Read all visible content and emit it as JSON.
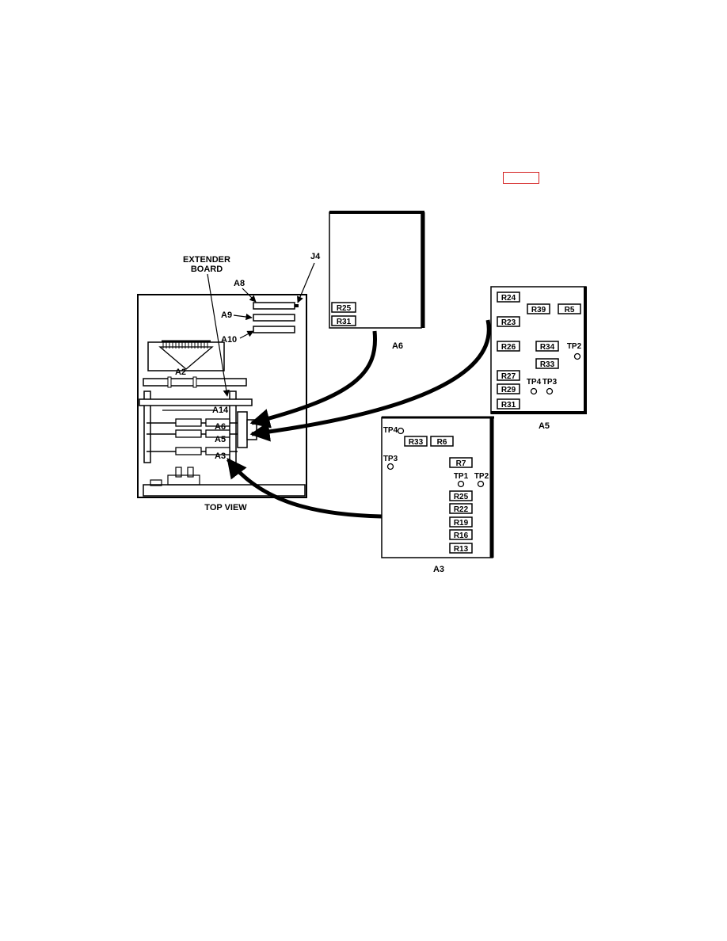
{
  "page": {
    "link_box_color": "#d42020"
  },
  "chassis": {
    "extender_board_line1": "EXTENDER",
    "extender_board_line2": "BOARD",
    "j4": "J4",
    "a8": "A8",
    "a9": "A9",
    "a10": "A10",
    "a2": "A2",
    "a14": "A14",
    "a6_slot": "A6",
    "a5_slot": "A5",
    "a3_slot": "A3",
    "caption": "TOP VIEW"
  },
  "board_a6": {
    "name": "A6",
    "r25": "R25",
    "r31": "R31"
  },
  "board_a5": {
    "name": "A5",
    "r24": "R24",
    "r39": "R39",
    "r5": "R5",
    "r23": "R23",
    "r26": "R26",
    "r34": "R34",
    "tp2": "TP2",
    "r33": "R33",
    "r27": "R27",
    "tp4": "TP4",
    "tp3": "TP3",
    "r29": "R29",
    "r31": "R31"
  },
  "board_a3": {
    "name": "A3",
    "tp4": "TP4",
    "r33": "R33",
    "r6": "R6",
    "tp3": "TP3",
    "r7": "R7",
    "tp1": "TP1",
    "tp2": "TP2",
    "r25": "R25",
    "r22": "R22",
    "r19": "R19",
    "r16": "R16",
    "r13": "R13"
  }
}
